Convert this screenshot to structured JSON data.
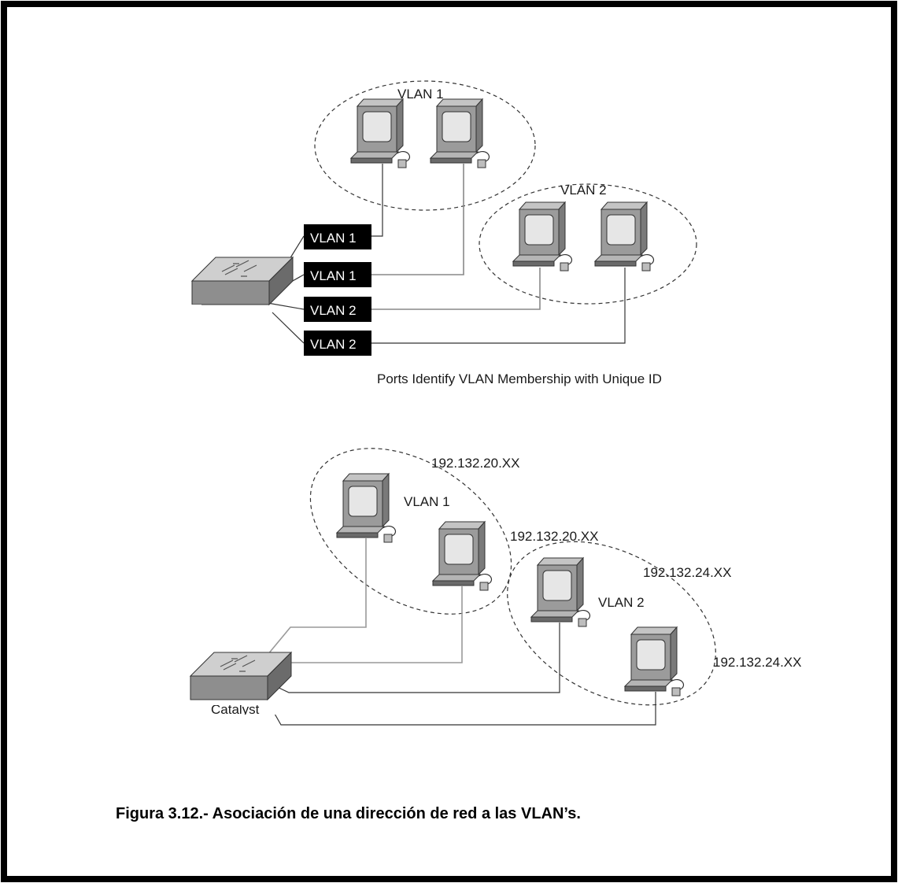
{
  "top_diagram": {
    "vlan1_group_label": "VLAN 1",
    "vlan2_group_label": "VLAN 2",
    "ports": [
      {
        "label": "VLAN 1"
      },
      {
        "label": "VLAN 1"
      },
      {
        "label": "VLAN 2"
      },
      {
        "label": "VLAN 2"
      }
    ],
    "caption": "Ports Identify VLAN Membership with Unique ID"
  },
  "bottom_diagram": {
    "vlan1_label": "VLAN 1",
    "vlan2_label": "VLAN 2",
    "vlan1_subnet_a": "192.132.20.XX",
    "vlan1_subnet_b": "192.132.20.XX",
    "vlan2_subnet_a": "192.132.24.XX",
    "vlan2_subnet_b": "192.132.24.XX",
    "switch_label": "Catalyst"
  },
  "figure_caption": "Figura 3.12.- Asociación de una dirección de red a las VLAN’s."
}
